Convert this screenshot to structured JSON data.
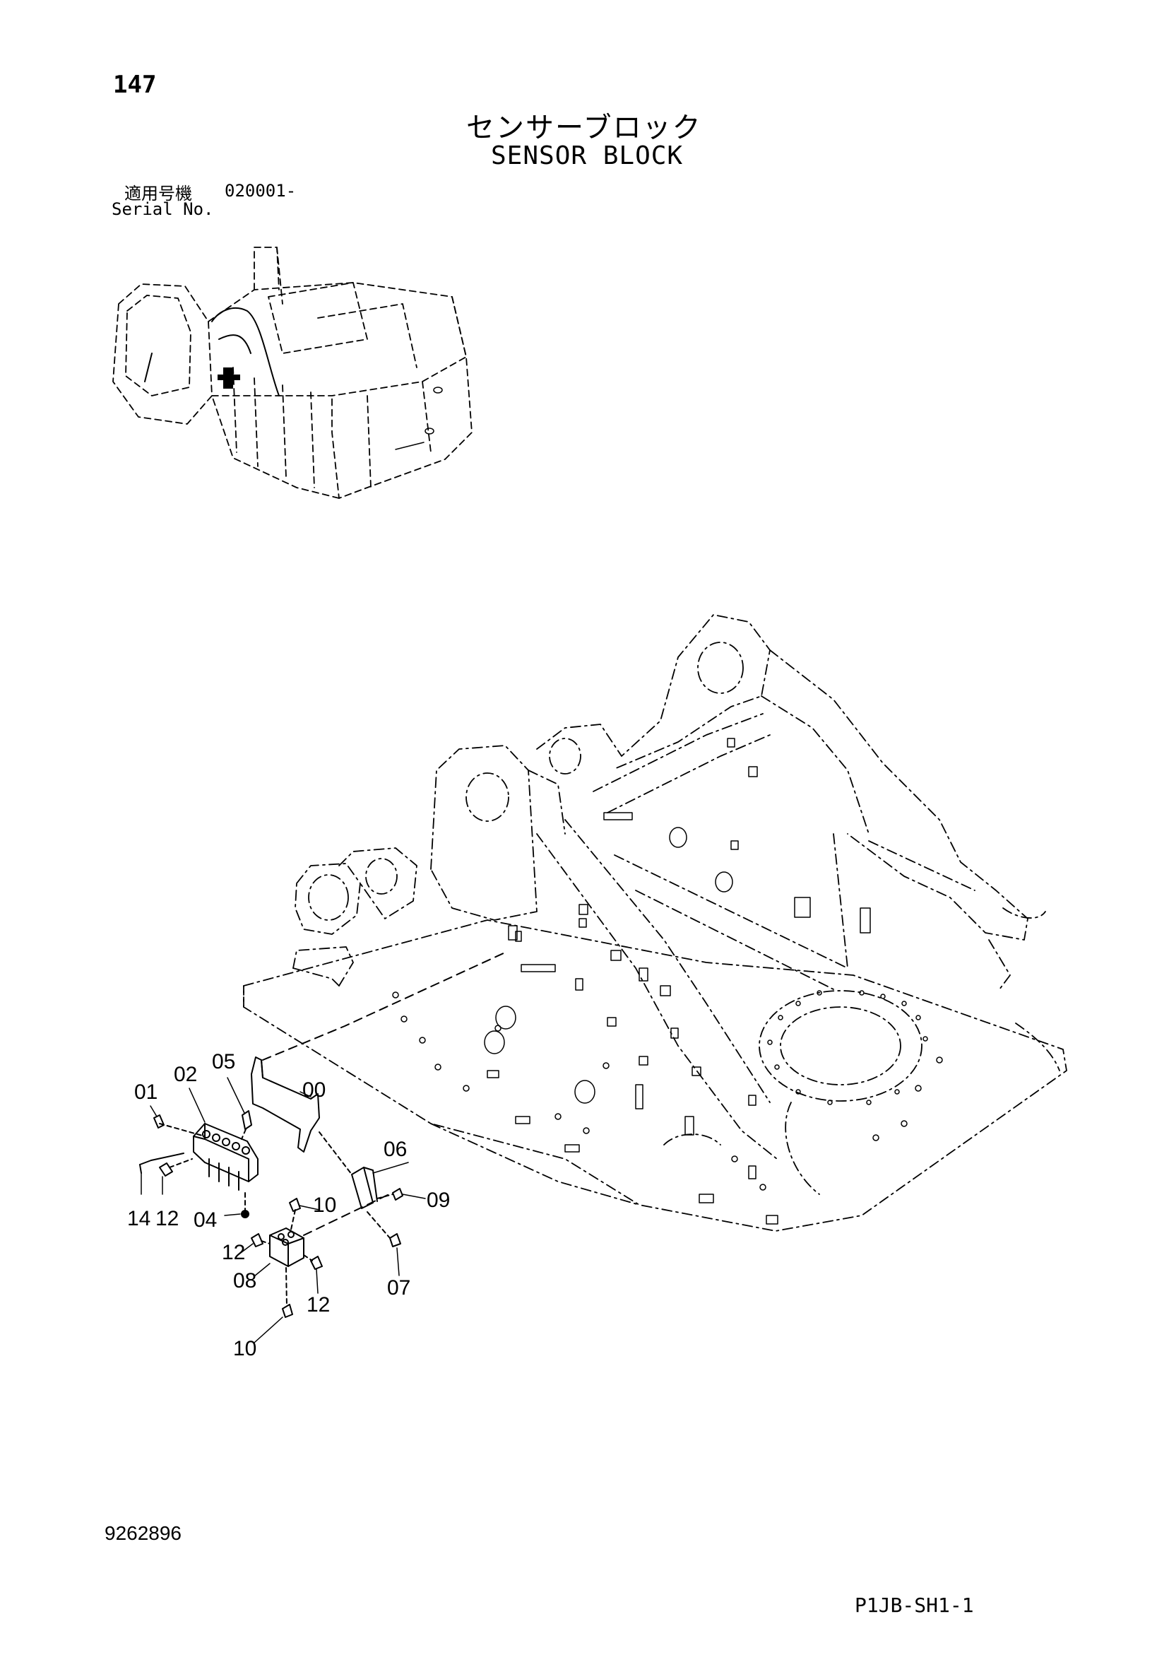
{
  "header": {
    "page_number": "147",
    "title_jp": "センサーブロック",
    "title_en": "SENSOR BLOCK"
  },
  "serial": {
    "label_jp": "適用号機",
    "value": "020001-",
    "label_en": "Serial No."
  },
  "callouts": [
    {
      "label": "01"
    },
    {
      "label": "02"
    },
    {
      "label": "05"
    },
    {
      "label": "00"
    },
    {
      "label": "06"
    },
    {
      "label": "09"
    },
    {
      "label": "10"
    },
    {
      "label": "14"
    },
    {
      "label": "12"
    },
    {
      "label": "04"
    },
    {
      "label": "12"
    },
    {
      "label": "08"
    },
    {
      "label": "12"
    },
    {
      "label": "07"
    },
    {
      "label": "10"
    }
  ],
  "footer": {
    "doc_number": "9262896",
    "sheet_code": "P1JB-SH1-1"
  }
}
